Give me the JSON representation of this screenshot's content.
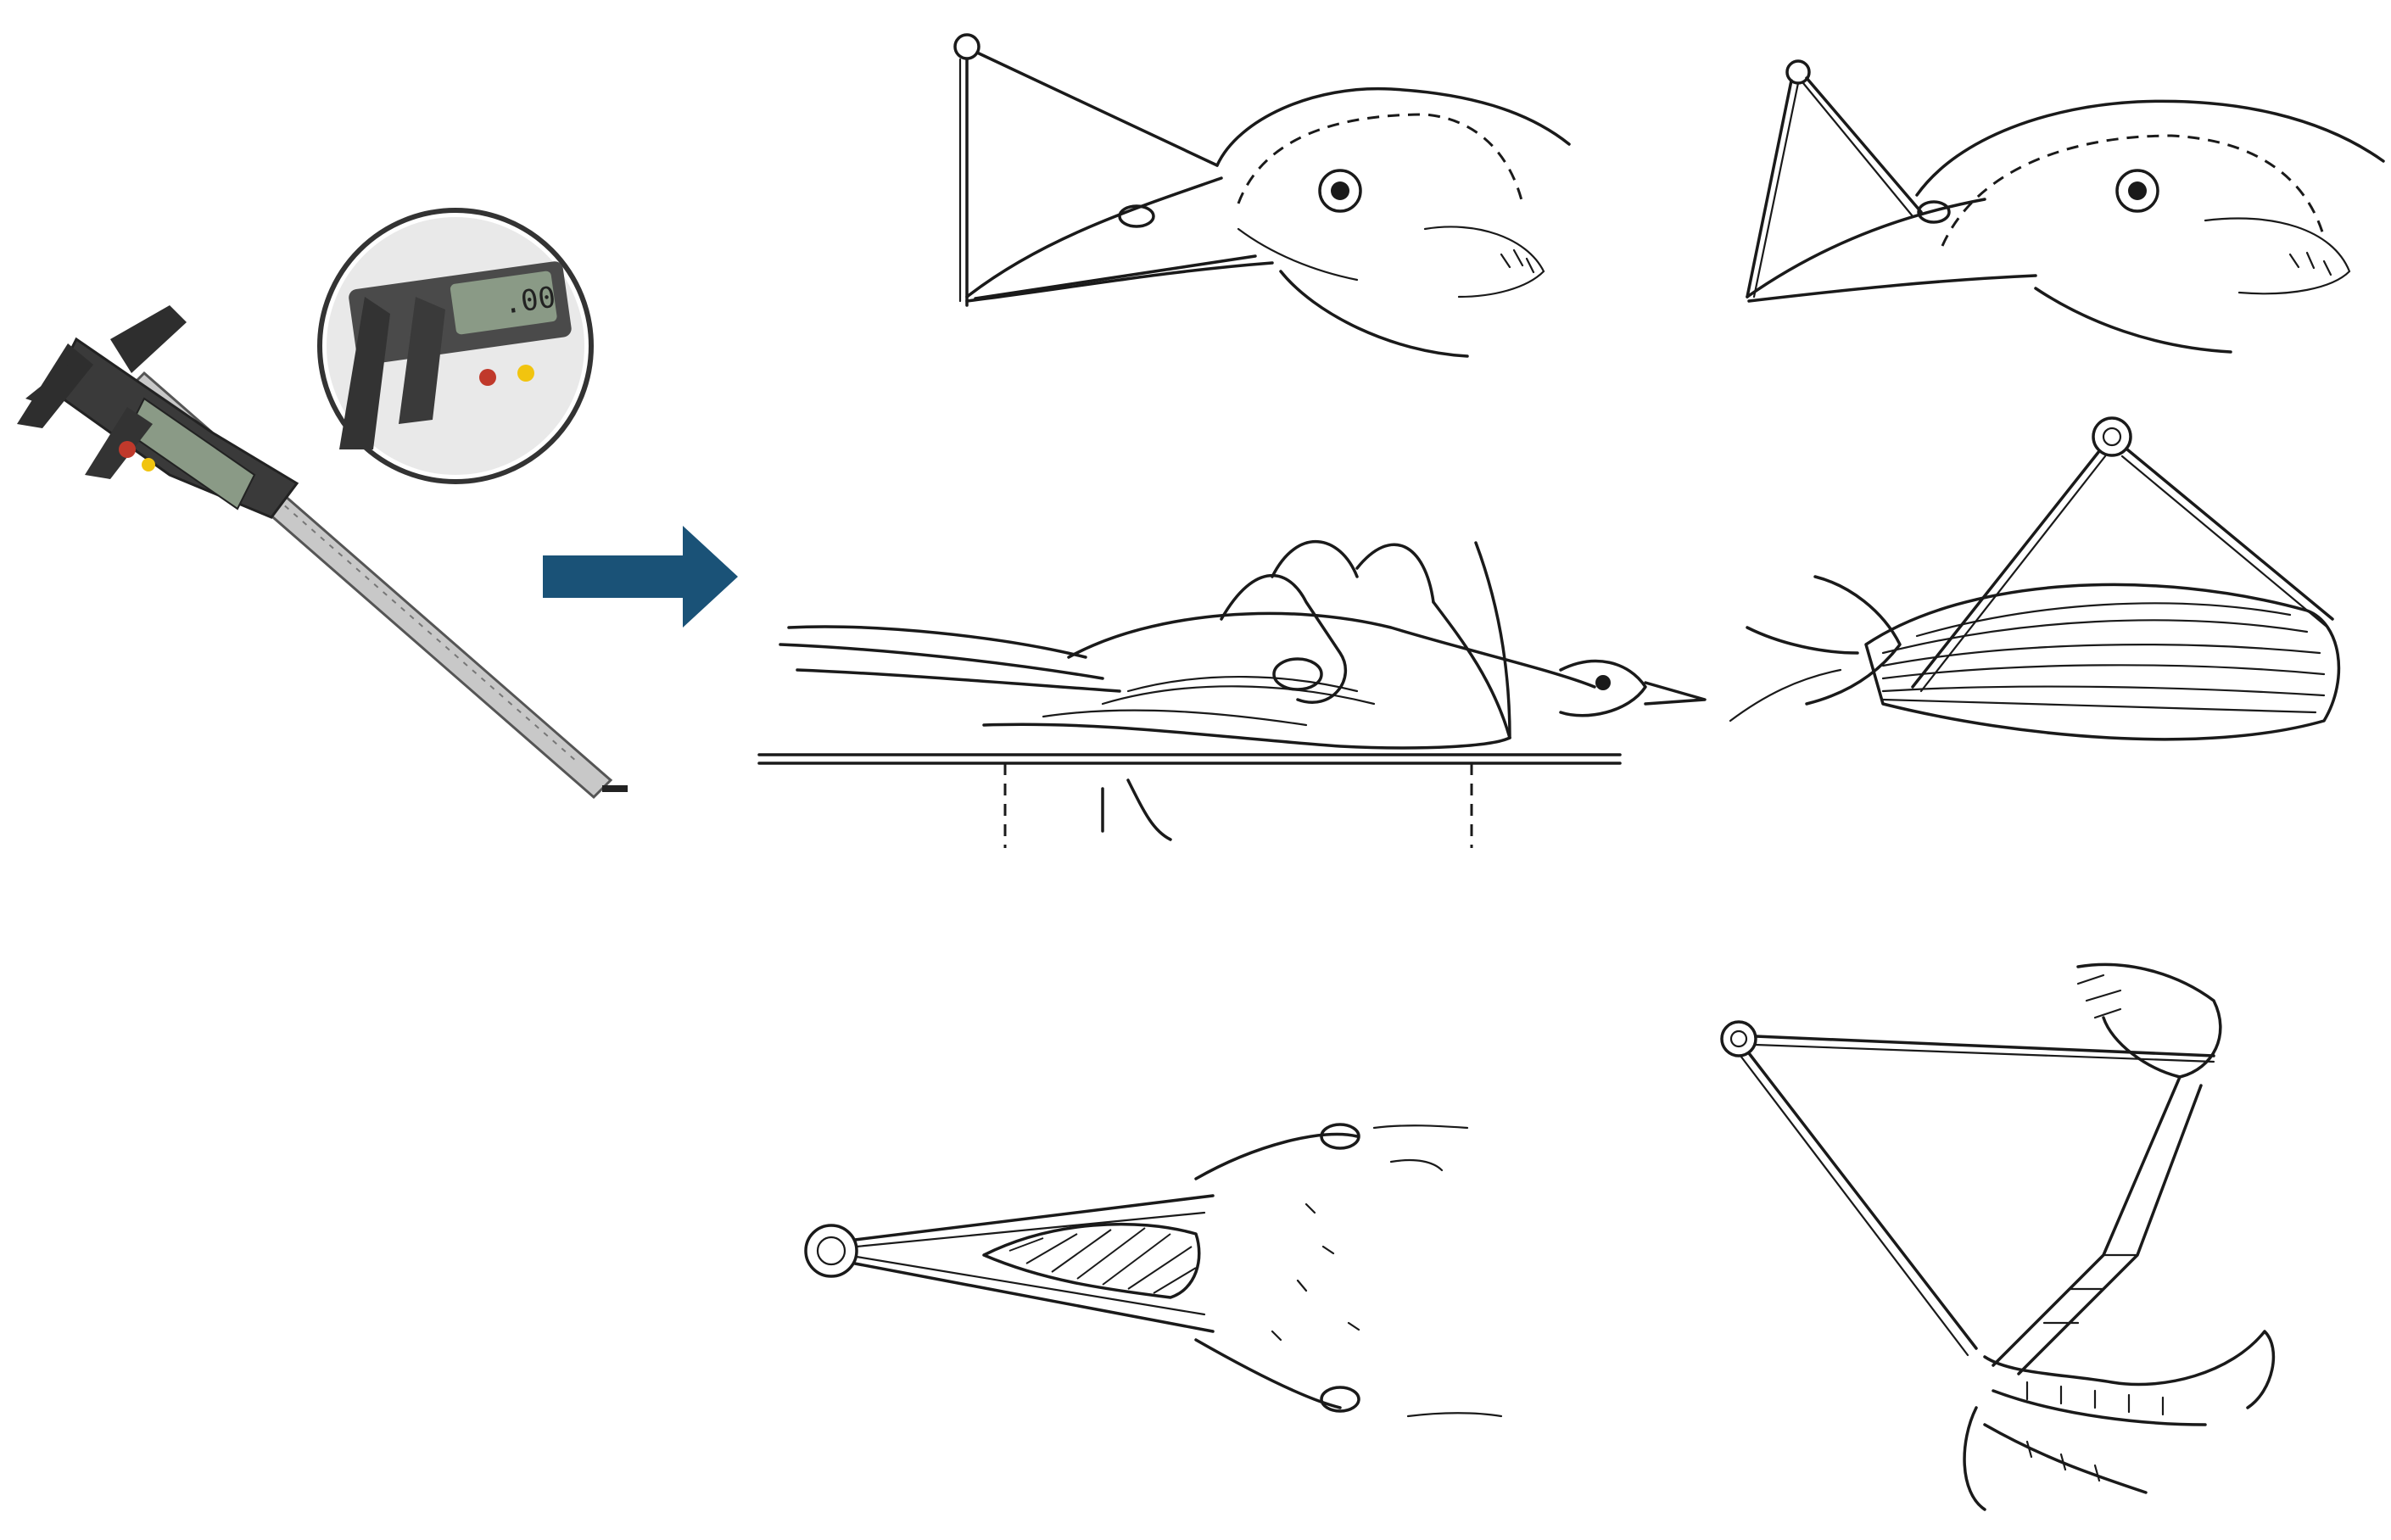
{
  "figure": {
    "caliper_photo": {
      "icon": "digital-caliper",
      "inset": "caliper-display-closeup"
    },
    "arrow": {
      "color": "#1a5277",
      "direction": "right"
    },
    "measurements": [
      {
        "id": "bill-length-nostril",
        "icon": "bill-length-from-nostril"
      },
      {
        "id": "bill-length-skull",
        "icon": "bill-length-from-skull"
      },
      {
        "id": "wing-chord-ruler",
        "icon": "wing-on-ruler"
      },
      {
        "id": "wing-caliper",
        "icon": "wing-width-caliper"
      },
      {
        "id": "bill-width",
        "icon": "bill-width-from-above"
      },
      {
        "id": "tarsus-length",
        "icon": "tarsus-caliper"
      }
    ]
  },
  "colors": {
    "ink": "#1a1a1a",
    "arrow": "#1a5277",
    "caliper_body": "#3a3a3a",
    "caliper_scale": "#c8c8c8",
    "display": "#8a9a86"
  }
}
